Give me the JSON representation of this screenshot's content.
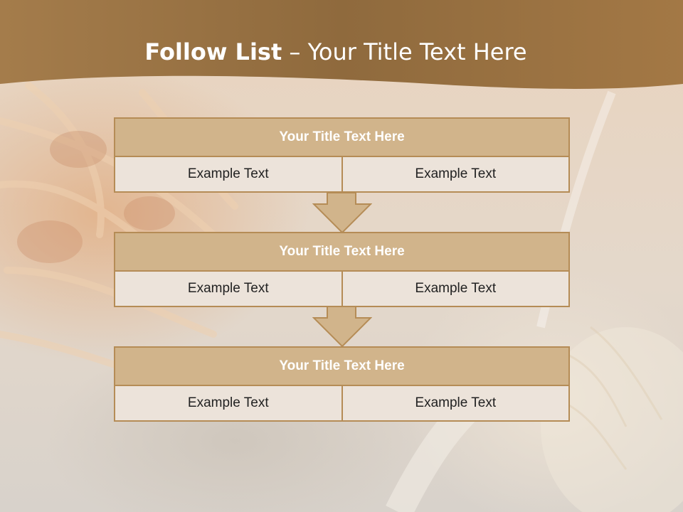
{
  "header": {
    "title_bold": "Follow List",
    "title_rest": " – Your Title Text Here"
  },
  "blocks": [
    {
      "title": "Your Title Text Here",
      "cells": [
        "Example Text",
        "Example Text"
      ]
    },
    {
      "title": "Your Title Text Here",
      "cells": [
        "Example Text",
        "Example Text"
      ]
    },
    {
      "title": "Your Title Text Here",
      "cells": [
        "Example Text",
        "Example Text"
      ]
    }
  ],
  "colors": {
    "header_band": "#9a7444",
    "block_title_fill": "#d1b48b",
    "block_border": "#b58c56",
    "cell_fill": "#ece3da",
    "arrow_fill": "#d1b48b"
  }
}
